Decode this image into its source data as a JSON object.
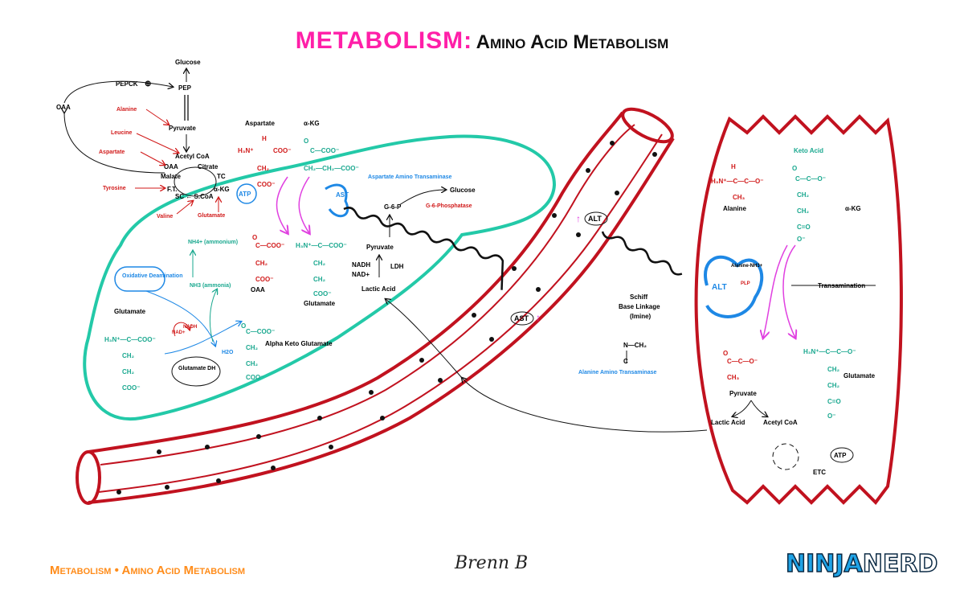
{
  "title": {
    "main": "METABOLISM:",
    "sub": "Amino Acid Metabolism"
  },
  "footer": {
    "left": "Metabolism • Amino Acid Metabolism",
    "signature": "Brenn B",
    "logo_ninja": "NINJA",
    "logo_nerd": "NERD"
  },
  "colors": {
    "liver": "#23c9a8",
    "vessel": "#c1121f",
    "red_text": "#d11a1a",
    "teal_text": "#1aa88f",
    "blue_text": "#1e88e5",
    "pink": "#ff1fa8",
    "orange": "#ff8c1a",
    "magenta_arrow": "#e040e0"
  },
  "liver": {
    "glucose": "Glucose",
    "pep": "PEP",
    "pepck": "PEPCK",
    "oaa": "OAA",
    "pyruvate": "Pyruvate",
    "acetyl_coa": "Acetyl CoA",
    "citrate": "Citrate",
    "malate": "Malate",
    "fumarate": "F.T.",
    "succinyl": "SC ← S.CoA",
    "akg": "α-KG",
    "tca": "TC",
    "alanine": "Alanine",
    "leucine": "Leucine",
    "aspartate": "Aspartate",
    "tyrosine": "Tyrosine",
    "valine": "Valine",
    "glutamate": "Glutamate",
    "atp": "ATP",
    "aspartate_top": "Aspartate",
    "akg_top": "α-KG",
    "ast_enzyme_label": "Aspartate Amino Transaminase",
    "ast_letters": "AST",
    "g6p": "G-6-P",
    "g6p_enzyme": "G-6-Phosphatase",
    "glucose2": "Glucose",
    "oaa_bottom": "OAA",
    "glutamate_bottom": "Glutamate",
    "glutamate_left": "Glutamate",
    "nh4_top": "NH4+ (ammonium)",
    "nh3": "NH3 (ammonia)",
    "oxidative": "Oxidative Deamination",
    "nad": "NAD+",
    "nadh": "NADH",
    "gdh": "Glutamate DH",
    "h2o": "H2O",
    "akg_label": "Alpha Keto Glutamate",
    "pyruvate2": "Pyruvate",
    "lactic": "Lactic Acid",
    "nadh2": "NADH",
    "nad2": "NAD+",
    "ldh": "LDH"
  },
  "blood": {
    "ast": "AST",
    "alt": "ALT"
  },
  "schiff": {
    "line1": "Schiff",
    "line2": "Base Linkage",
    "line3": "(Imine)",
    "enzyme": "Alanine Amino Transaminase"
  },
  "muscle": {
    "keto_acid": "Keto Acid",
    "alanine": "Alanine",
    "akg": "α-KG",
    "transamination": "Transamination",
    "pyruvate": "Pyruvate",
    "glutamate": "Glutamate",
    "lactic": "Lactic Acid",
    "acetyl": "Acetyl CoA",
    "etc": "ETC",
    "atp": "ATP",
    "alt_letters": "ALT",
    "plp": "PLP",
    "alanine_nh": "Alanine-NH3+"
  }
}
